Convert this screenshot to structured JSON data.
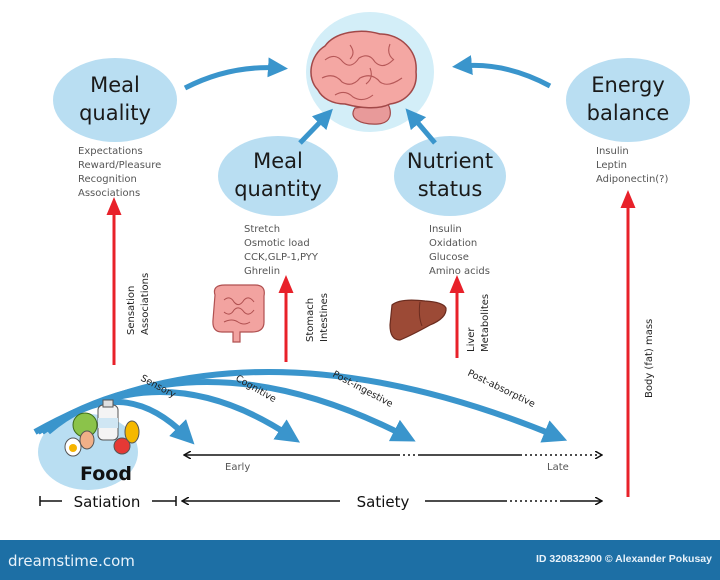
{
  "nodes": {
    "meal_quality": {
      "title": [
        "Meal",
        "quality"
      ],
      "items": [
        "Expectations",
        "Reward/Pleasure",
        "Recognition",
        "Associations"
      ]
    },
    "meal_quantity": {
      "title": [
        "Meal",
        "quantity"
      ],
      "items": [
        "Stretch",
        "Osmotic load",
        "CCK,GLP-1,PYY",
        "Ghrelin"
      ]
    },
    "nutrient_status": {
      "title": [
        "Nutrient",
        "status"
      ],
      "items": [
        "Insulin",
        "Oxidation",
        "Glucose",
        "Amino acids"
      ]
    },
    "energy_balance": {
      "title": [
        "Energy",
        "balance"
      ],
      "items": [
        "Insulin",
        "Leptin",
        "Adiponectin(?)"
      ]
    },
    "food": {
      "title": "Food"
    }
  },
  "signals": {
    "sensation": [
      "Sensation",
      "Associations"
    ],
    "stomach": [
      "Stomach",
      "Intestines"
    ],
    "liver": [
      "Liver",
      "Metabolites"
    ],
    "body": "Body (fat) mass"
  },
  "phases": [
    "Sensory",
    "Cognitive",
    "Post-ingestive",
    "Post-absorptive"
  ],
  "timeline": {
    "early": "Early",
    "late": "Late",
    "satiation": "Satiation",
    "satiety": "Satiety"
  },
  "footer": {
    "logo": "dreamstime.com",
    "credit": "ID 320832900 © Alexander Pokusay"
  },
  "colors": {
    "bubble": "#b9def2",
    "blue_arrow": "#3a95cc",
    "red_arrow": "#e8212a",
    "footer": "#1d6fa5"
  }
}
